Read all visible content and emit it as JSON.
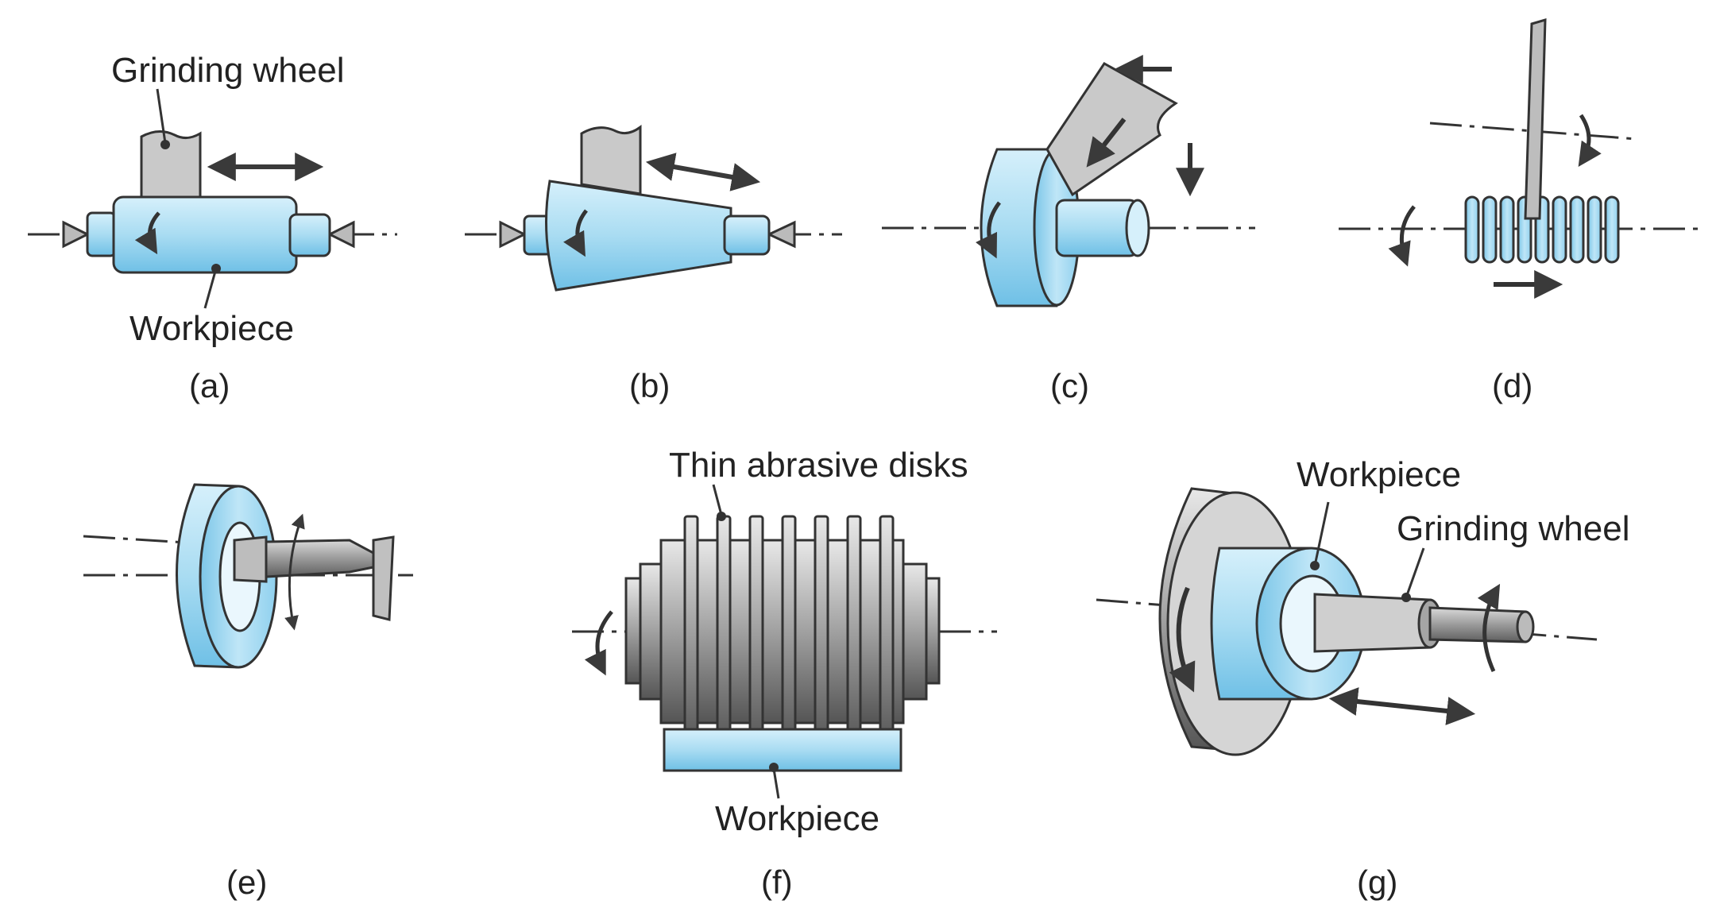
{
  "labels": {
    "grinding_wheel_a": "Grinding wheel",
    "workpiece_a": "Workpiece",
    "thin_abrasive_disks": "Thin abrasive disks",
    "workpiece_f": "Workpiece",
    "workpiece_g": "Workpiece",
    "grinding_wheel_g": "Grinding wheel"
  },
  "captions": {
    "a": "(a)",
    "b": "(b)",
    "c": "(c)",
    "d": "(d)",
    "e": "(e)",
    "f": "(f)",
    "g": "(g)"
  },
  "colors": {
    "workpiece_blue": "#a9dcf2",
    "workpiece_blue_dark": "#6fc0e6",
    "wheel_gray": "#c9c9c9",
    "disk_gray": "#8e8e8e",
    "outline": "#2a2a2a",
    "arrow": "#3a3a3a"
  }
}
